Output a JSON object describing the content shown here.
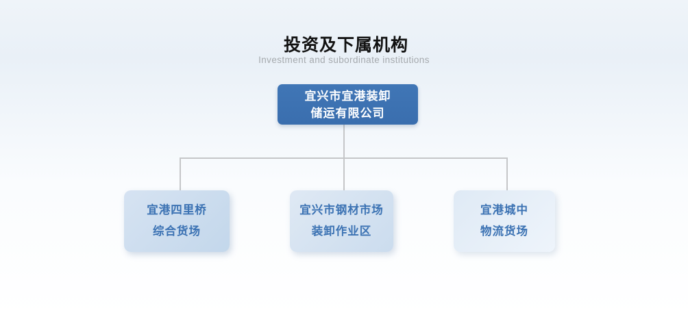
{
  "header": {
    "title": "投资及下属机构",
    "subtitle": "Investment and subordinate institutions"
  },
  "org_chart": {
    "root": {
      "name": "宜兴市宜港装卸储运有限公司",
      "line1": "宜兴市宜港装卸",
      "line2": "储运有限公司"
    },
    "children": [
      {
        "name": "宜港四里桥综合货场",
        "line1": "宜港四里桥",
        "line2": "综合货场"
      },
      {
        "name": "宜兴市钢材市场装卸作业区",
        "line1": "宜兴市钢材市场",
        "line2": "装卸作业区"
      },
      {
        "name": "宜港城中物流货场",
        "line1": "宜港城中",
        "line2": "物流货场"
      }
    ]
  },
  "colors": {
    "root_box": "#3c72b2",
    "child_text": "#3b72b3",
    "child_box_1": "#c8daec",
    "child_box_2": "#d2e0f0",
    "child_box_3": "#e6eff8",
    "connector_line": "#c5c6c8",
    "title_text": "#111111",
    "subtitle_text": "#a5a9ad"
  }
}
